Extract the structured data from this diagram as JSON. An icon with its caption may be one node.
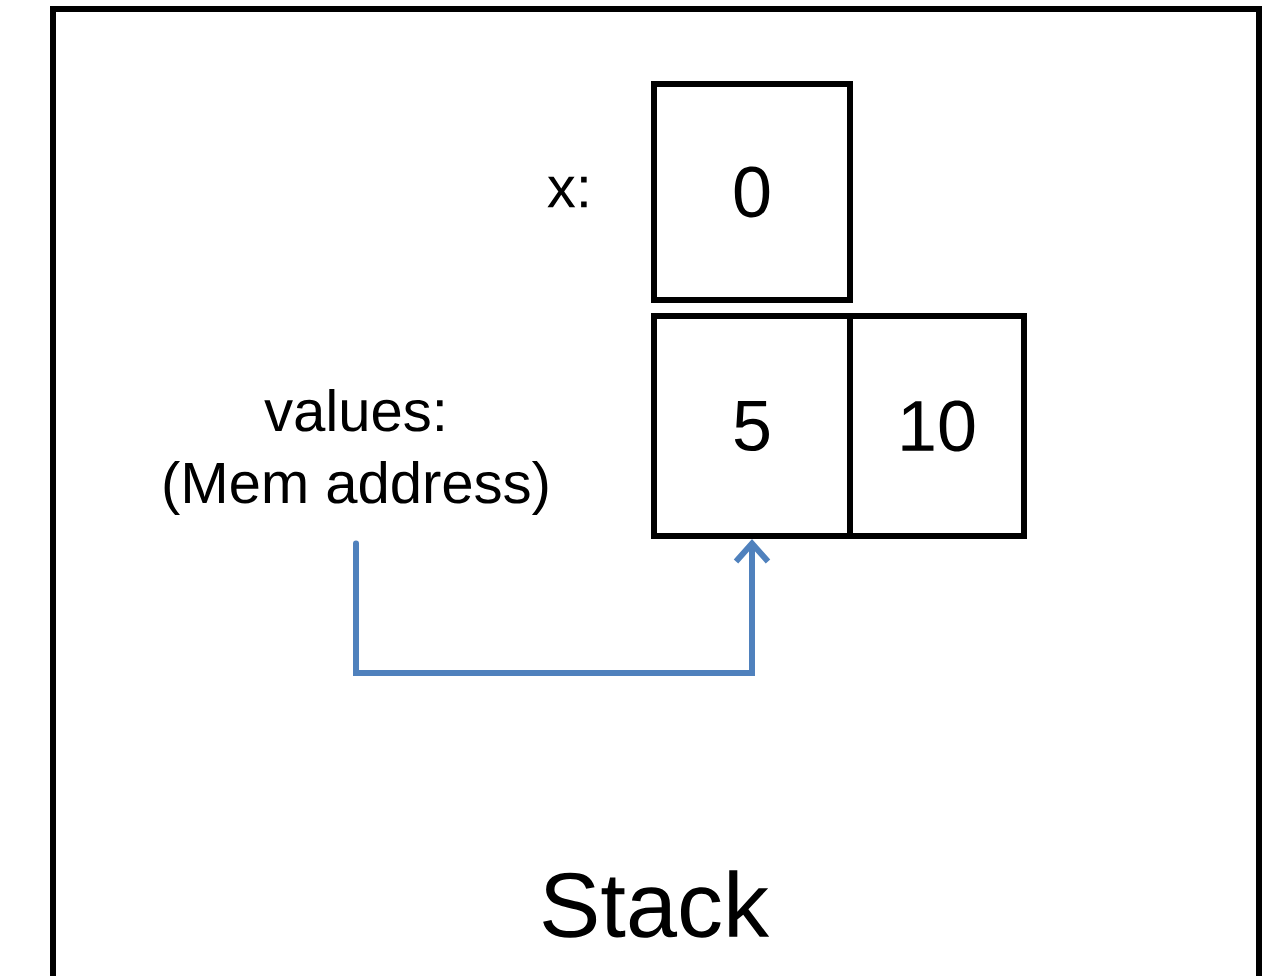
{
  "diagram": {
    "nodes": [
      {
        "text": [
          "Stack"
        ]
      },
      {
        "text": [
          "0"
        ],
        "in": 0,
        "beside": [
          "x:"
        ]
      },
      {
        "text": [
          "5"
        ],
        "in": 0
      },
      {
        "text": [
          "10"
        ],
        "in": 0
      },
      {
        "text": [
          "values:",
          "(Mem address)"
        ],
        "in": 0
      }
    ],
    "edges": [
      {
        "from": 4,
        "to": 2,
        "arrow": "to",
        "color": "#4f81bd"
      }
    ]
  }
}
